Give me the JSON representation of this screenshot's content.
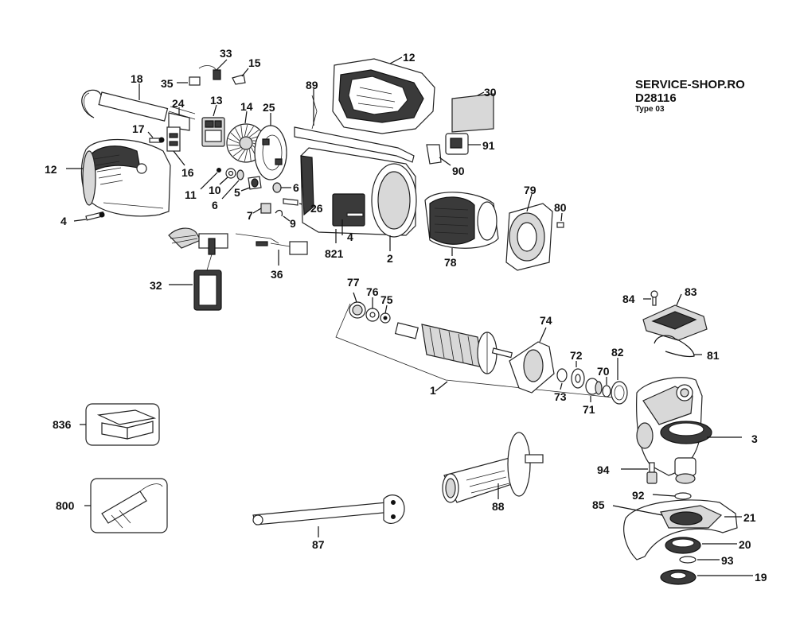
{
  "header": {
    "shop": "SERVICE-SHOP.RO",
    "model": "D28116",
    "type": "Type 03"
  },
  "labels": {
    "p1": "1",
    "p2": "2",
    "p3": "3",
    "p4a": "4",
    "p4b": "4",
    "p5": "5",
    "p6a": "6",
    "p6b": "6",
    "p7": "7",
    "p9": "9",
    "p10": "10",
    "p11": "11",
    "p12a": "12",
    "p12b": "12",
    "p13": "13",
    "p14": "14",
    "p15": "15",
    "p16": "16",
    "p17": "17",
    "p18": "18",
    "p19": "19",
    "p20": "20",
    "p21": "21",
    "p24": "24",
    "p25": "25",
    "p26": "26",
    "p30": "30",
    "p32": "32",
    "p33": "33",
    "p35": "35",
    "p36": "36",
    "p70": "70",
    "p71": "71",
    "p72": "72",
    "p73": "73",
    "p74": "74",
    "p75": "75",
    "p76": "76",
    "p77": "77",
    "p78": "78",
    "p79": "79",
    "p80": "80",
    "p81": "81",
    "p82": "82",
    "p83": "83",
    "p84": "84",
    "p85": "85",
    "p87": "87",
    "p88": "88",
    "p89": "89",
    "p90": "90",
    "p91": "91",
    "p92": "92",
    "p93": "93",
    "p94": "94",
    "p800": "800",
    "p821": "821",
    "p836": "836"
  }
}
